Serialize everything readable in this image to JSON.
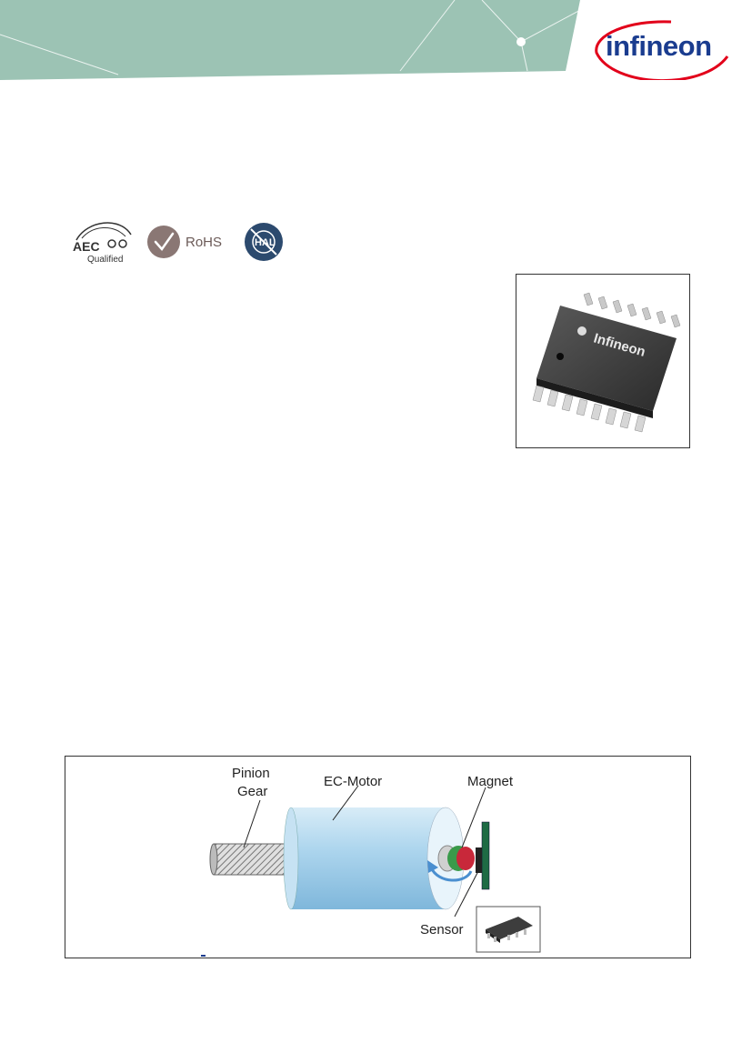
{
  "brand": {
    "name": "infineon",
    "color": "#1a3c8f",
    "accent_color": "#e2001a"
  },
  "header": {
    "band_color": "#9cc3b4"
  },
  "badges": {
    "aec": {
      "line1": "AEC",
      "line2": "Qualified",
      "icon": "aec-qualified-icon"
    },
    "rohs": {
      "label": "RoHS",
      "icon": "rohs-checkmark-icon",
      "color": "#8a7774"
    },
    "halogen_free": {
      "label": "HAL",
      "icon": "halogen-free-icon",
      "color": "#2c4a6e"
    }
  },
  "chip_image": {
    "marking": "Infineon",
    "icon": "tssop16-package-image"
  },
  "application_diagram": {
    "labels": {
      "pinion": "Pinion",
      "gear": "Gear",
      "motor": "EC-Motor",
      "magnet": "Magnet",
      "sensor": "Sensor"
    }
  }
}
